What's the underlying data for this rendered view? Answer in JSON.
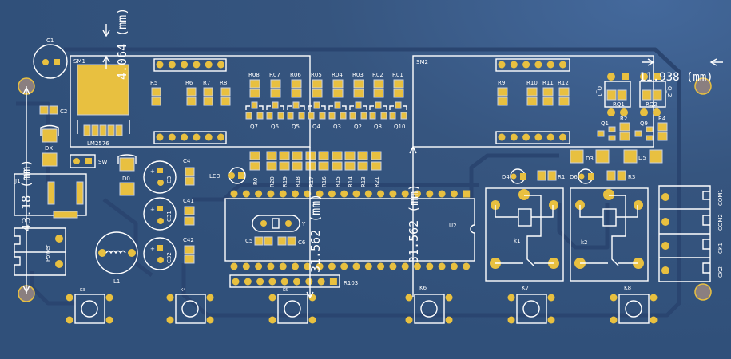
{
  "dimensions": {
    "top": "4.064 (mm)",
    "left": "43.18 (mm)",
    "mid_left": "31.562 (mm)",
    "mid_right": "31.562 (mm)",
    "top_right": "11.938 (mm)"
  },
  "labels": {
    "C1": "C1",
    "C2": "C2",
    "DX": "DX",
    "SW": "SW",
    "D0": "D0",
    "C3": "C3",
    "C4": "C4",
    "C31": "C31",
    "C41": "C41",
    "C32": "C32",
    "C42": "C42",
    "L1": "L1",
    "J1": "J1",
    "Power": "Power",
    "LED": "LED",
    "SM1": "SM1",
    "LM2576": "LM2576",
    "SM2": "SM2",
    "R5": "R5",
    "R6": "R6",
    "R7": "R7",
    "R8": "R8",
    "R9": "R9",
    "R10": "R10",
    "R11": "R11",
    "R12": "R12",
    "R_top": [
      "R08",
      "R07",
      "R06",
      "R05",
      "R04",
      "R03",
      "R02",
      "R01"
    ],
    "Q_row": [
      "Q7",
      "Q6",
      "Q5",
      "Q4",
      "Q3",
      "Q2",
      "Q8",
      "Q10"
    ],
    "R_array": [
      "R0",
      "R20",
      "R19",
      "R18",
      "R17",
      "R16",
      "R15",
      "R14",
      "R13",
      "R21"
    ],
    "RQ1": "RQ1",
    "RQ2": "RQ2",
    "Q_1": "Q_1",
    "Q_2": "Q_2",
    "Q1": "Q1",
    "Q9": "Q9",
    "R2": "R2",
    "R4": "R4",
    "D3": "D3",
    "D5": "D5",
    "D4": "D4",
    "D6": "D6",
    "R1": "R1",
    "R3": "R3",
    "U2": "U2",
    "Y": "Y",
    "C5": "C5",
    "C6": "C6",
    "R103": "R103",
    "k1": "k1",
    "k2": "k2",
    "COM1": "COM1",
    "COM2": "COM2",
    "CK1": "CK1",
    "CK2": "CK2",
    "buttons": [
      "K3",
      "K4",
      "K5",
      "K6",
      "K7",
      "K8"
    ]
  },
  "colors": {
    "board": "#30507a",
    "pad": "#e8c040",
    "silk": "#ffffff"
  }
}
